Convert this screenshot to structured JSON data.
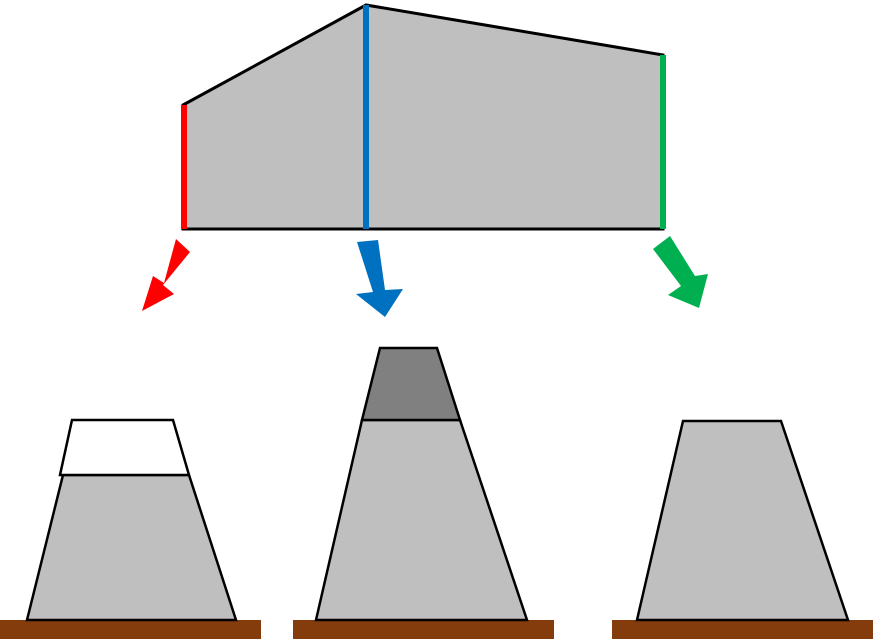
{
  "colors": {
    "fill": "#bfbfbf",
    "fill_dark": "#808080",
    "fill_empty": "#ffffff",
    "outline": "#000000",
    "ground": "#843c0c",
    "red": "#ff0000",
    "blue": "#0070c0",
    "green": "#00b050"
  },
  "profile": {
    "sections": [
      {
        "id": "left",
        "color_key": "red"
      },
      {
        "id": "middle",
        "color_key": "blue"
      },
      {
        "id": "right",
        "color_key": "green"
      }
    ]
  },
  "cross_sections": [
    {
      "id": "left",
      "arrow_color_key": "red",
      "top_segment": "empty"
    },
    {
      "id": "middle",
      "arrow_color_key": "blue",
      "top_segment": "excess"
    },
    {
      "id": "right",
      "arrow_color_key": "green",
      "top_segment": "none"
    }
  ]
}
